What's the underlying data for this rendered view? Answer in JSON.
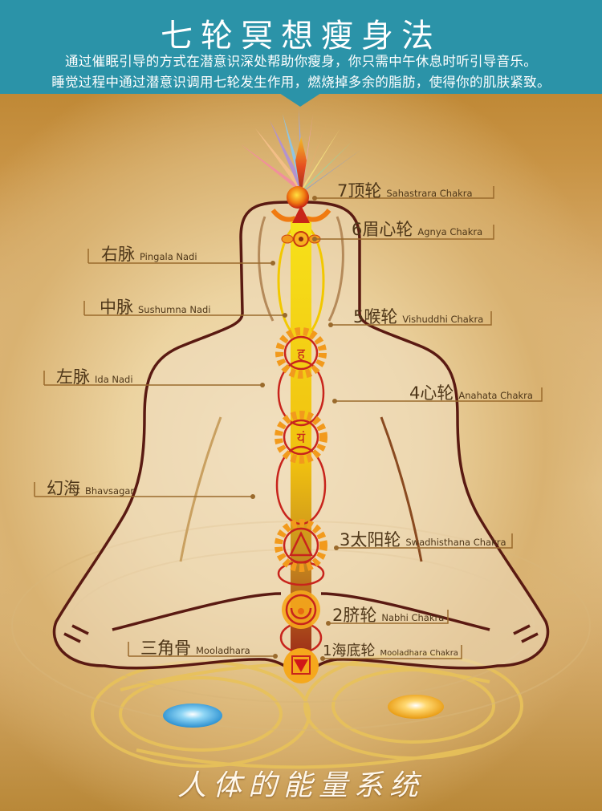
{
  "header": {
    "title": "七轮冥想瘦身法",
    "subtitle_line1": "通过催眠引导的方式在潜意识深处帮助你瘦身，你只需中午休息时听引导音乐。",
    "subtitle_line2": "睡觉过程中通过潜意识调用七轮发生作用，燃烧掉多余的脂肪，使得你的肌肤紧致。",
    "band_color": "#2b93a8"
  },
  "labels": {
    "chakra7": {
      "cn": "7顶轮",
      "en": "Sahastrara Chakra"
    },
    "chakra6": {
      "cn": "6眉心轮",
      "en": "Agnya Chakra"
    },
    "pingala": {
      "cn": "右脉",
      "en": "Pingala Nadi"
    },
    "sushumna": {
      "cn": "中脉",
      "en": "Sushumna Nadi"
    },
    "chakra5": {
      "cn": "5喉轮",
      "en": "Vishuddhi Chakra"
    },
    "ida": {
      "cn": "左脉",
      "en": "Ida Nadi"
    },
    "chakra4": {
      "cn": "4心轮",
      "en": "Anahata Chakra"
    },
    "bhavsagar": {
      "cn": "幻海",
      "en": "Bhavsagar"
    },
    "chakra3": {
      "cn": "3太阳轮",
      "en": "Swadhisthana Chakra"
    },
    "chakra2": {
      "cn": "2脐轮",
      "en": "Nabhi Chakra"
    },
    "mooladhara": {
      "cn": "三角骨",
      "en": "Mooladhara"
    },
    "chakra1": {
      "cn": "1海底轮",
      "en": "Mooladhara Chakra"
    }
  },
  "footer": {
    "title": "人体的能量系统"
  },
  "colors": {
    "label_text": "#4e3618",
    "leader_line": "#9a6a2c",
    "body_outline": "#5a1a12",
    "channel_yellow": "#f5d90a",
    "chakra_orange": "#f29a1c",
    "chakra_red": "#c8241c",
    "orb_left": "#3aa8e0",
    "orb_right": "#f0a818"
  }
}
